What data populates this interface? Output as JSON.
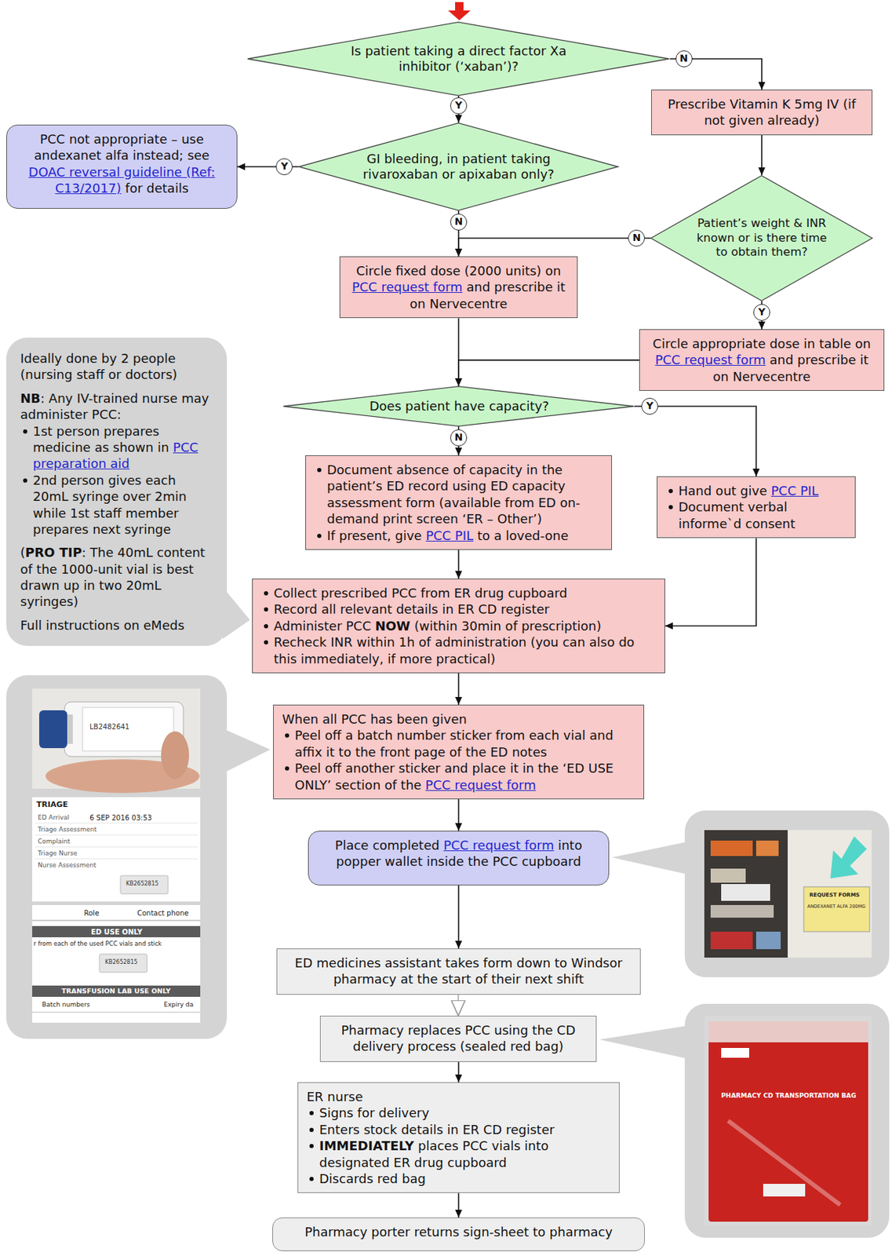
{
  "diagram": {
    "nodes": [
      {
        "text": [
          "Is patient taking a direct factor Xa inhibitor (‘xaban’)?"
        ]
      },
      {
        "text": [
          "GI bleeding, in patient taking rivaroxaban or apixaban only?"
        ]
      },
      {
        "text": [
          "PCC not appropriate – use andexanet alfa instead; see",
          "DOAC reversal guideline (Ref: C13/2017)",
          "for details"
        ]
      },
      {
        "text": [
          "Prescribe Vitamin K 5mg IV (if not given already)"
        ]
      },
      {
        "text": [
          "Patient’s weight & INR known or is there time to obtain them?"
        ]
      },
      {
        "text": [
          "Circle fixed dose (2000 units) on",
          "PCC request form",
          "and prescribe it on Nervecentre"
        ]
      },
      {
        "text": [
          "Circle appropriate dose in table on",
          "PCC request form",
          "and prescribe it on Nervecentre"
        ]
      },
      {
        "text": [
          "Does patient have capacity?"
        ]
      },
      {
        "text": [
          "Ideally done by 2 people (nursing staff or doctors)",
          "NB",
          ": Any IV-trained nurse may administer PCC:",
          "1st person prepares medicine as shown in",
          "PCC preparation aid",
          "2nd person gives each 20mL syringe over 2min while 1st staff member prepares next syringe",
          "(",
          "PRO TIP",
          ": The 40mL content of the 1000-unit vial is best drawn up in two 20mL syringes)",
          "Full instructions on eMeds"
        ]
      },
      {
        "text": [
          "Document absence of capacity in the patient’s ED record using ED capacity assessment form (available from ED on-demand print screen ‘ER – Other’)",
          "If present, give",
          "PCC PIL",
          "to a loved-one"
        ]
      },
      {
        "text": [
          "Hand out give",
          "PCC PIL",
          "Document verbal informe`d consent"
        ]
      },
      {
        "text": [
          "Collect prescribed PCC from ER drug cupboard",
          "Record all relevant details in ER CD register",
          "Administer PCC",
          "NOW",
          "(within 30min of prescription)",
          "Recheck INR within 1h of administration (you can also do this immediately, if more practical)"
        ]
      },
      {
        "text": [
          "When all PCC has been given",
          "Peel off a batch number sticker from each vial and affix it to the front page of the ED notes",
          "Peel off another sticker and place it in the ‘ED USE ONLY’ section of the",
          "PCC request form"
        ]
      },
      {
        "text": [
          "Place completed",
          "PCC request form",
          "into popper wallet inside the PCC cupboard"
        ]
      },
      {
        "text": [
          "ED medicines assistant takes form down to Windsor pharmacy at the start of their next shift"
        ]
      },
      {
        "text": [
          "Pharmacy replaces PCC using the CD delivery process (sealed red bag)"
        ]
      },
      {
        "text": [
          "ER nurse",
          "Signs for delivery",
          "Enters stock details in ER CD register",
          "IMMEDIATELY",
          "places PCC vials into designated ER drug cupboard",
          "Discards red bag"
        ]
      },
      {
        "text": [
          "Pharmacy porter returns sign-sheet to pharmacy"
        ]
      }
    ],
    "edges": [
      {
        "from": 0,
        "to": 1,
        "label": "Y",
        "arrow": "to"
      },
      {
        "from": 0,
        "to": 3,
        "label": "N",
        "arrow": "to"
      },
      {
        "from": 1,
        "to": 2,
        "label": "Y",
        "arrow": "to"
      },
      {
        "from": 1,
        "to": 5,
        "label": "N",
        "arrow": "to"
      },
      {
        "from": 3,
        "to": 4,
        "arrow": "to"
      },
      {
        "from": 4,
        "to": 5,
        "label": "N",
        "arrow": "to"
      },
      {
        "from": 4,
        "to": 6,
        "label": "Y",
        "arrow": "to"
      },
      {
        "from": 5,
        "to": 7,
        "arrow": "to"
      },
      {
        "from": 6,
        "to": 7,
        "arrow": "to"
      },
      {
        "from": 7,
        "to": 9,
        "label": "N",
        "arrow": "to"
      },
      {
        "from": 7,
        "to": 10,
        "label": "Y",
        "arrow": "to"
      },
      {
        "from": 9,
        "to": 11,
        "arrow": "to"
      },
      {
        "from": 10,
        "to": 11,
        "arrow": "to"
      },
      {
        "from": 11,
        "to": 12,
        "arrow": "to"
      },
      {
        "from": 12,
        "to": 13,
        "arrow": "to"
      },
      {
        "from": 13,
        "to": 14,
        "arrow": "to"
      },
      {
        "from": 14,
        "to": 15,
        "arrow": "to"
      },
      {
        "from": 15,
        "to": 16,
        "arrow": "to"
      },
      {
        "from": 16,
        "to": 17,
        "arrow": "to"
      }
    ],
    "labels": [
      "LB2482641",
      "TRIAGE",
      "ED Arrival",
      "6 SEP 2016 03:53",
      "Triage Assessment",
      "Complaint",
      "Triage Nurse",
      "Nurse Assessment",
      "KB2652815",
      "Role",
      "Contact phone",
      "ED USE ONLY",
      "r from each of the used PCC vials and stick",
      "KB2652815",
      "TRANSFUSION LAB USE ONLY",
      "Batch numbers",
      "Expiry da",
      "REQUEST FORMS",
      "ANDEXANET ALFA 200MG",
      "PHARMACY CD TRANSPORTATION BAG"
    ]
  }
}
